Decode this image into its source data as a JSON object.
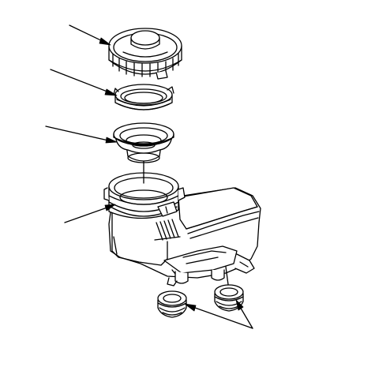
{
  "diagram": {
    "kind": "exploded-assembly",
    "line_color": "#000000",
    "background_color": "#ffffff",
    "parts": [
      {
        "id": "reservoir-cap",
        "callouts": 1
      },
      {
        "id": "cap-seal-ring",
        "callouts": 1
      },
      {
        "id": "strainer-filter",
        "callouts": 1
      },
      {
        "id": "reservoir-tank",
        "callouts": 1
      },
      {
        "id": "grommet-seal",
        "count": 2,
        "callouts": 2
      }
    ]
  }
}
